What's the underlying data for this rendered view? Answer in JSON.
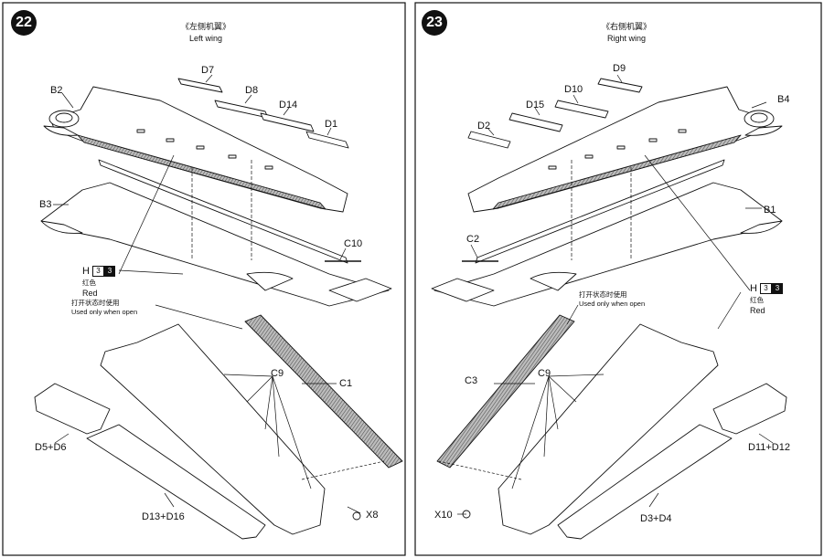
{
  "steps": [
    {
      "number": "22",
      "title_cn": "《左侧机翼》",
      "title_en": "Left wing",
      "parts": [
        "B2",
        "D7",
        "D8",
        "D14",
        "D1",
        "B3",
        "C10",
        "C9",
        "C1",
        "D5+D6",
        "D13+D16",
        "X8"
      ],
      "paint": {
        "code": "H",
        "numbers": [
          "3",
          "3"
        ],
        "name_cn": "红色",
        "name_en": "Red"
      },
      "note_cn": "打开状态时使用",
      "note_en": "Used only when open"
    },
    {
      "number": "23",
      "title_cn": "《右侧机翼》",
      "title_en": "Right wing",
      "parts": [
        "D9",
        "D10",
        "D15",
        "B4",
        "D2",
        "B1",
        "C2",
        "C9",
        "C3",
        "D11+D12",
        "D3+D4",
        "X10"
      ],
      "paint": {
        "code": "H",
        "numbers": [
          "3",
          "3"
        ],
        "name_cn": "红色",
        "name_en": "Red"
      },
      "note_cn": "打开状态时使用",
      "note_en": "Used only when open"
    }
  ],
  "colors": {
    "ink": "#111111",
    "hatch": "#6b6b6b",
    "paper": "#ffffff"
  }
}
